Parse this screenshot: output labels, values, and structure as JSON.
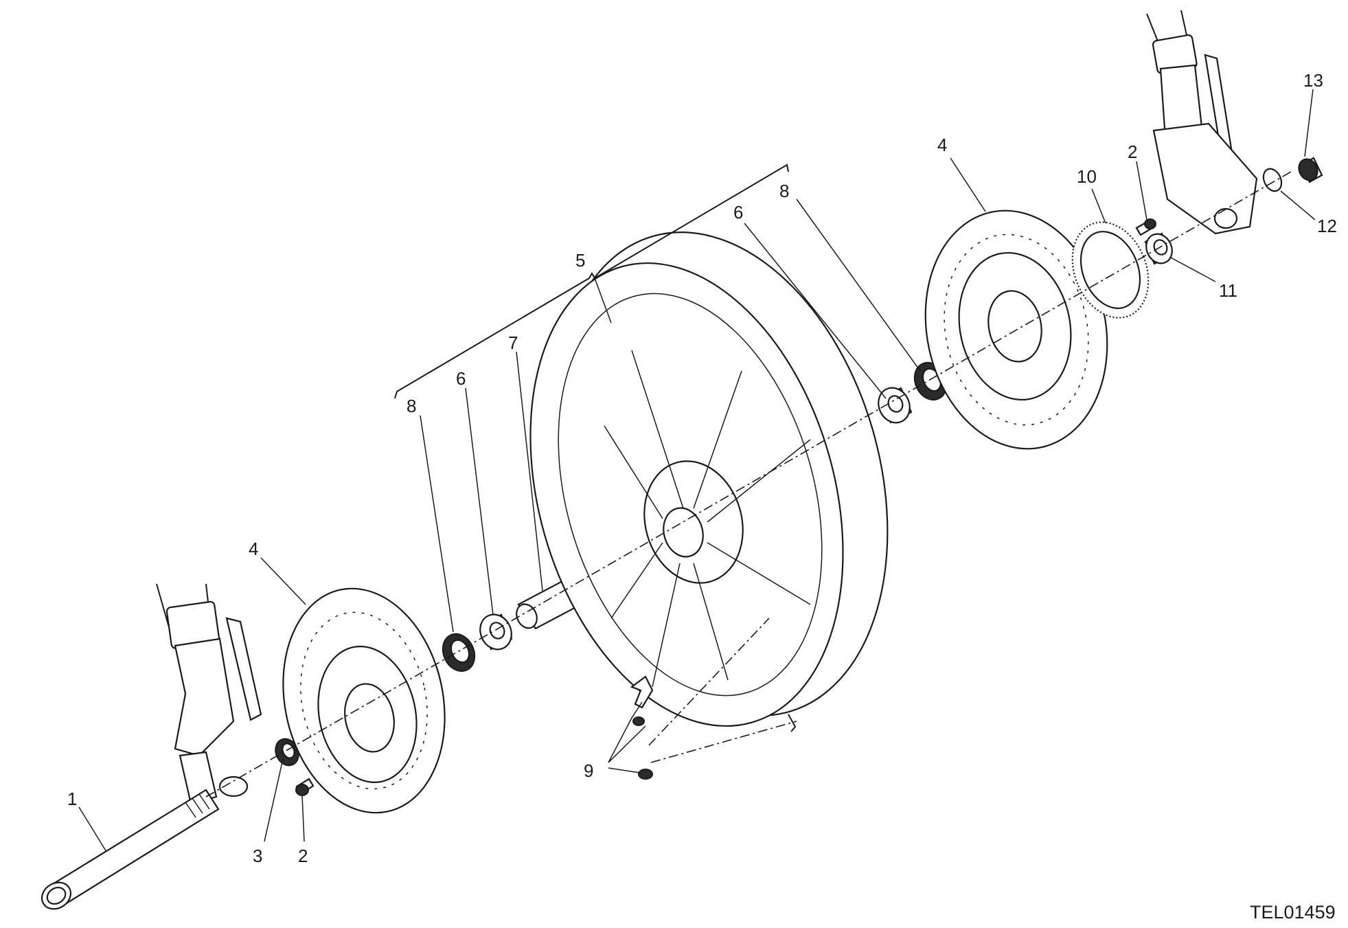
{
  "drawing_ref": "TEL01459",
  "callouts": {
    "axle": "1",
    "screw_left": "2",
    "screw_right": "2",
    "spacer_left": "3",
    "disc_left": "4",
    "disc_right": "4",
    "wheel_assembly": "5",
    "bearing_left": "6",
    "bearing_right": "6",
    "bearing_spacer": "7",
    "seal_left": "8",
    "seal_right": "8",
    "valve": "9",
    "tone_wheel": "10",
    "spacer_right": "11",
    "washer": "12",
    "nut": "13"
  }
}
